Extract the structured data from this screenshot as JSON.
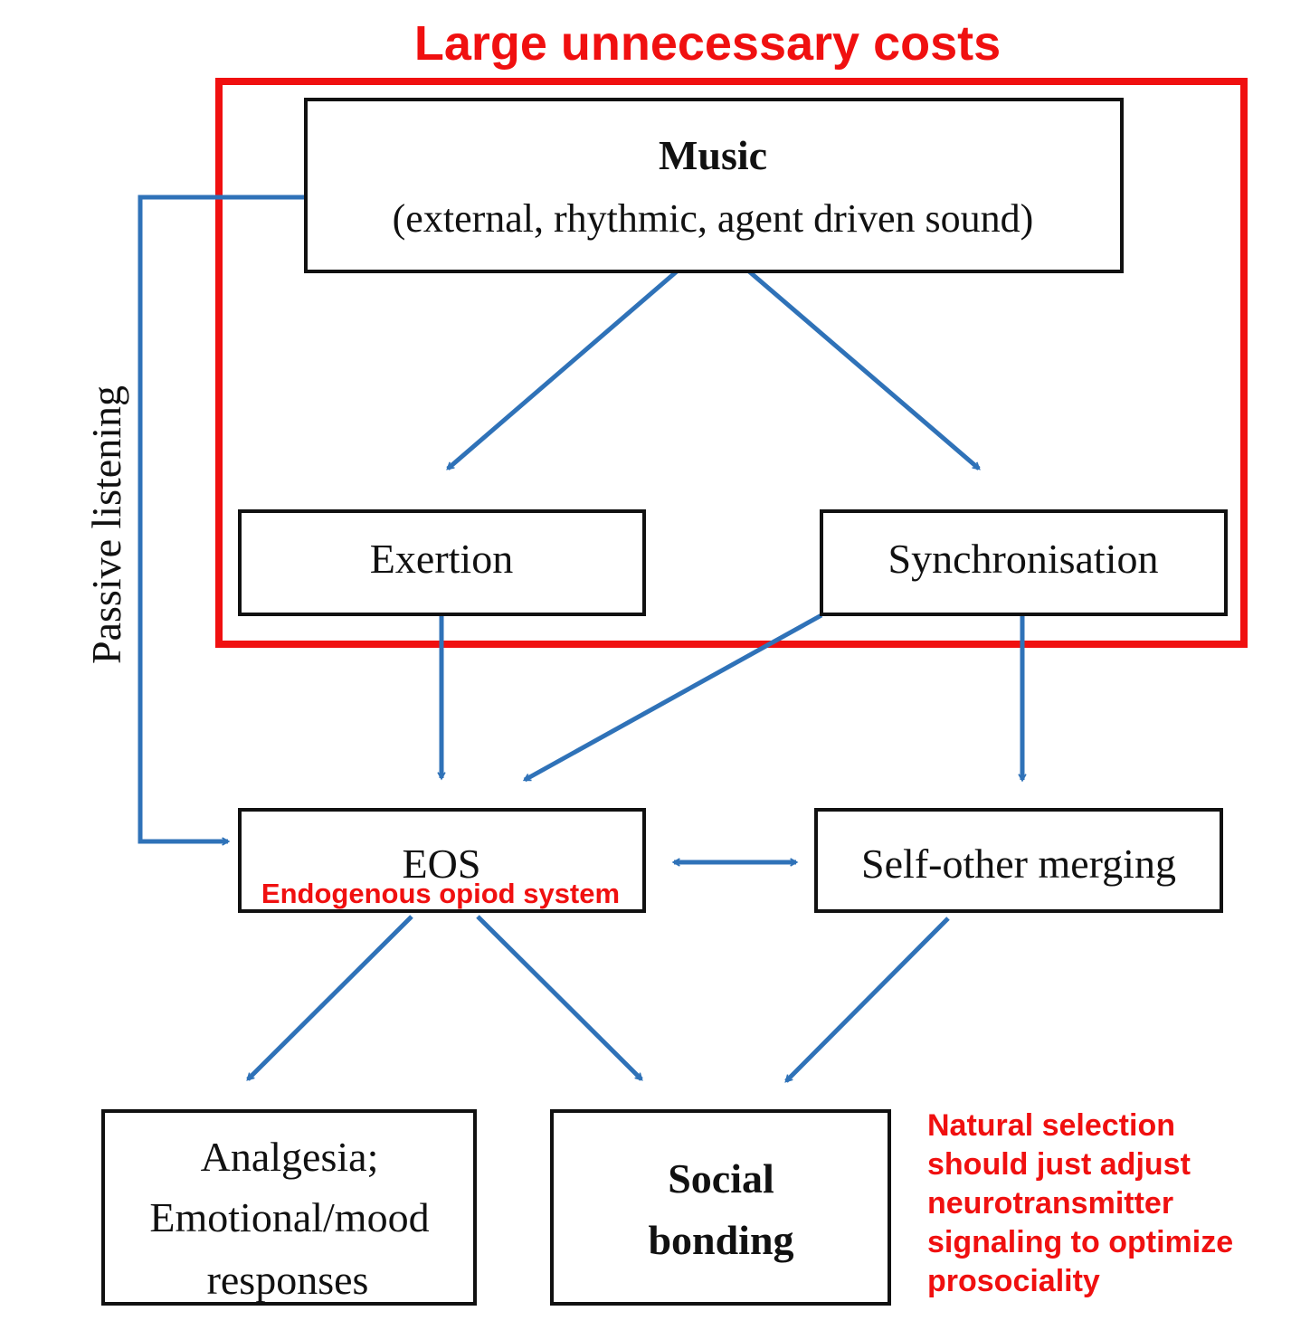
{
  "title": "Large unnecessary costs",
  "nodes": {
    "music": {
      "title": "Music",
      "subtitle": "(external, rhythmic, agent driven sound)"
    },
    "exertion": "Exertion",
    "synchronisation": "Synchronisation",
    "eos": {
      "label": "EOS",
      "annotation": "Endogenous opiod system"
    },
    "self_other": "Self-other merging",
    "analgesia": [
      "Analgesia;",
      "Emotional/mood",
      "responses"
    ],
    "social_bonding": [
      "Social",
      "bonding"
    ]
  },
  "side_label": "Passive listening",
  "note": [
    "Natural selection",
    "should just adjust",
    "neurotransmitter",
    "signaling to optimize",
    "prosociality"
  ],
  "colors": {
    "arrow": "#2f72b8",
    "highlight": "#f01010"
  }
}
